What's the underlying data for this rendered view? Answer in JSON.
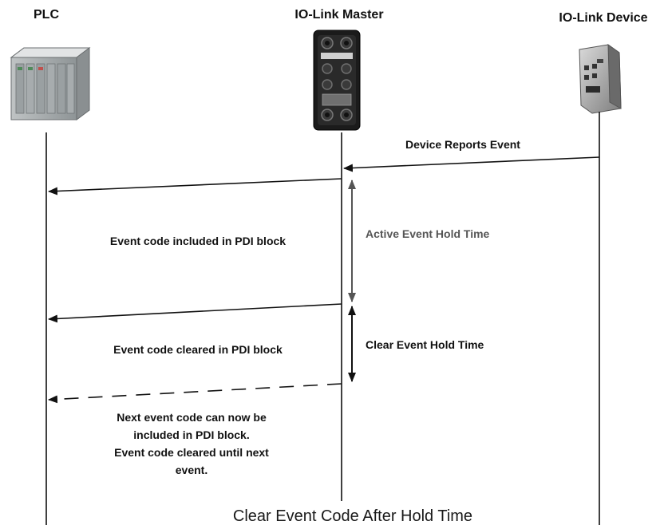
{
  "participants": {
    "plc": "PLC",
    "master": "IO-Link Master",
    "device": "IO-Link Device"
  },
  "device_icon_names": {
    "plc": "plc-rack-icon",
    "master": "io-link-master-module-icon",
    "device": "io-link-sensor-device-icon"
  },
  "messages": {
    "device_reports_event": "Device Reports Event",
    "event_code_included": "Event code included in PDI block",
    "event_code_cleared": "Event code cleared in PDI block",
    "next_event": [
      "Next event code can now be",
      "included in PDI block.",
      "Event code cleared until next",
      "event."
    ]
  },
  "timers": {
    "active_hold": "Active Event Hold Time",
    "clear_hold": "Clear Event Hold Time"
  },
  "caption": "Clear Event Code After Hold Time",
  "colors": {
    "line": "#111111",
    "active_hold": "#555555",
    "clear_hold": "#111111"
  }
}
